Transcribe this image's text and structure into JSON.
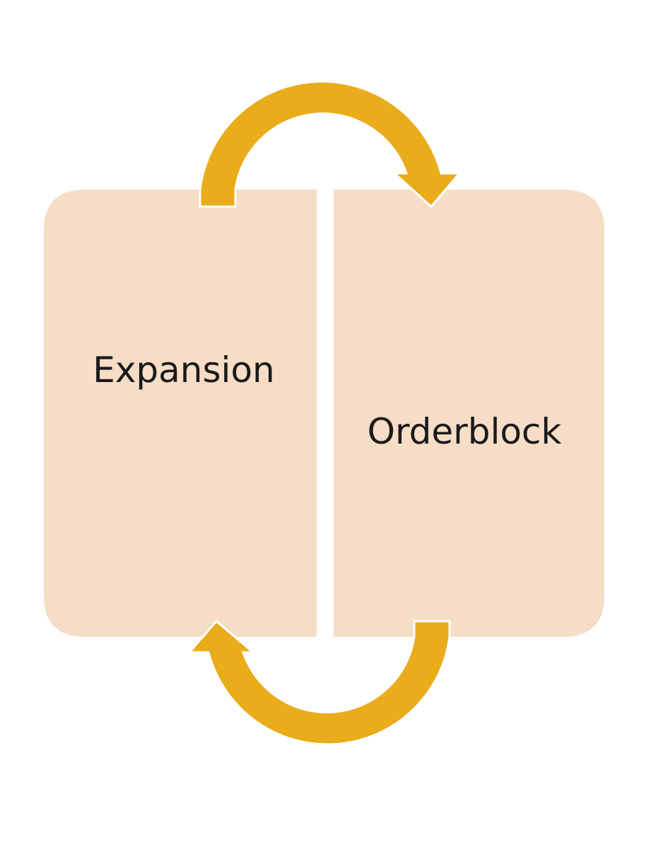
{
  "diagram": {
    "left_box": {
      "label": "Expansion"
    },
    "right_box": {
      "label": "Orderblock"
    }
  },
  "colors": {
    "box_fill": "#F6DDC6",
    "arrow_fill": "#E9AC1A",
    "background": "#FFFFFF",
    "text": "#1A1A1A"
  },
  "arrows": [
    {
      "name": "top-arrow",
      "direction": "left-box-to-right-box"
    },
    {
      "name": "bottom-arrow",
      "direction": "right-box-to-left-box"
    }
  ]
}
